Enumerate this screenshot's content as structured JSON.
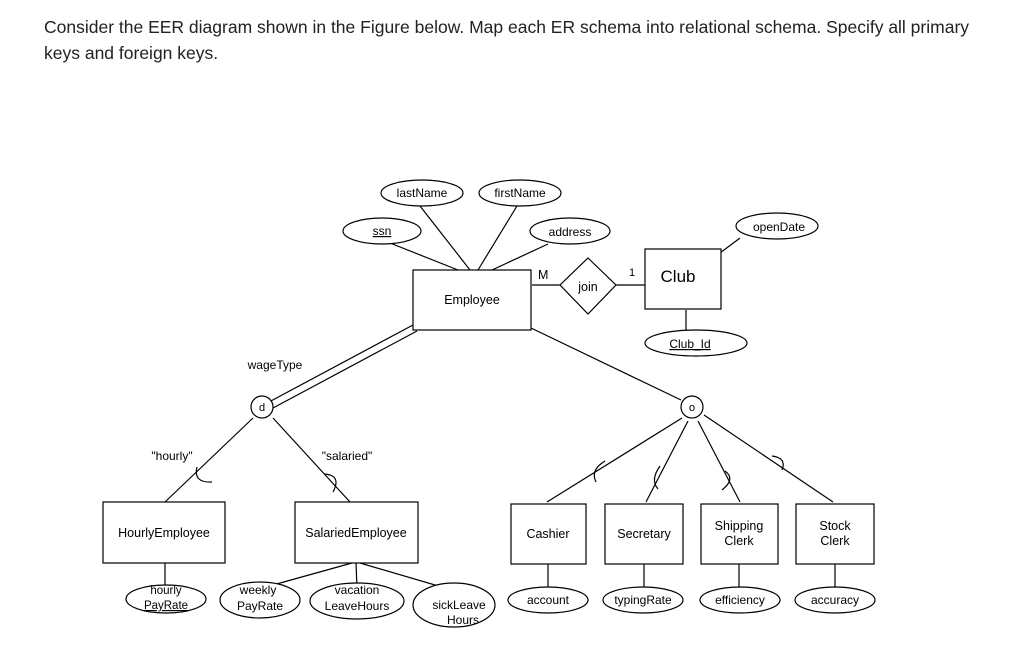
{
  "question": "Consider the EER diagram shown in the Figure below. Map each ER schema into relational schema. Specify all primary keys and foreign keys.",
  "entities": {
    "employee": "Employee",
    "club": "Club",
    "hourly_employee": "HourlyEmployee",
    "salaried_employee": "SalariedEmployee",
    "cashier": "Cashier",
    "secretary": "Secretary",
    "shipping_clerk": [
      "Shipping",
      "Clerk"
    ],
    "stock_clerk": [
      "Stock",
      "Clerk"
    ]
  },
  "relationship": {
    "label": "join",
    "card_employee": "M",
    "card_club": "1"
  },
  "attributes": {
    "last_name": "lastName",
    "first_name": "firstName",
    "ssn": "ssn",
    "address": "address",
    "open_date": "openDate",
    "club_id": "Club_Id",
    "hourly_pay_rate": [
      "hourly",
      "PayRate"
    ],
    "weekly_pay_rate": [
      "weekly",
      "PayRate"
    ],
    "vacation_leave_hours": [
      "vacation",
      "LeaveHours"
    ],
    "sick_leave_hours": [
      "sickLeave",
      "Hours"
    ],
    "account": "account",
    "typing_rate": "typingRate",
    "efficiency": "efficiency",
    "accuracy": "accuracy"
  },
  "specialization": {
    "disjoint_symbol": "d",
    "overlap_symbol": "o",
    "discriminator": "wageType",
    "hourly_value": "\"hourly\"",
    "salaried_value": "\"salaried\""
  }
}
